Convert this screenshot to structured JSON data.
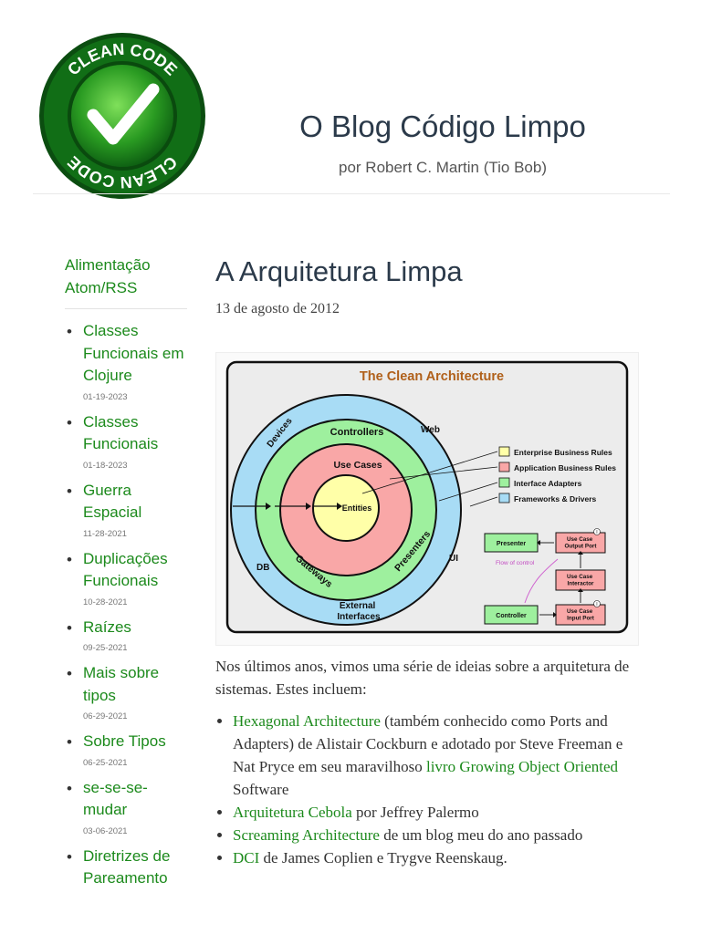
{
  "header": {
    "logo_text": "CLEAN CODE",
    "title": "O Blog Código Limpo",
    "subtitle": "por Robert C. Martin (Tio Bob)"
  },
  "sidebar": {
    "feed_link": "Alimentação Atom/RSS",
    "posts": [
      {
        "title": "Classes Funcionais em Clojure",
        "date": "01-19-2023"
      },
      {
        "title": "Classes Funcionais",
        "date": "01-18-2023"
      },
      {
        "title": "Guerra Espacial",
        "date": "11-28-2021"
      },
      {
        "title": "Duplicações Funcionais",
        "date": "10-28-2021"
      },
      {
        "title": "Raízes",
        "date": "09-25-2021"
      },
      {
        "title": "Mais sobre tipos",
        "date": "06-29-2021"
      },
      {
        "title": "Sobre Tipos",
        "date": "06-25-2021"
      },
      {
        "title": "se-se-se-mudar",
        "date": "03-06-2021"
      },
      {
        "title": "Diretrizes de Pareamento",
        "date": ""
      }
    ]
  },
  "post": {
    "title": "A Arquitetura Limpa",
    "date": "13 de agosto de 2012",
    "figure": {
      "title": "The Clean Architecture",
      "rings": {
        "outer": "Devices",
        "outer_web": "Web",
        "outer_db": "DB",
        "outer_ui": "UI",
        "outer_external": "External Interfaces",
        "green_top": "Controllers",
        "green_left": "Gateways",
        "green_right": "Presenters",
        "red": "Use Cases",
        "yellow": "Entities"
      },
      "legend": [
        {
          "label": "Enterprise Business Rules",
          "color": "#ffffa8"
        },
        {
          "label": "Application Business Rules",
          "color": "#f9a7a7"
        },
        {
          "label": "Interface Adapters",
          "color": "#9ef09e"
        },
        {
          "label": "Frameworks & Drivers",
          "color": "#a8dcf5"
        }
      ],
      "flow": {
        "presenter": "Presenter",
        "output_port": "Use Case Output Port",
        "interactor": "Use Case Interactor",
        "input_port": "Use Case Input Port",
        "controller": "Controller",
        "flow_label": "Flow of control",
        "badge_i": "I"
      }
    },
    "intro": "Nos últimos anos, vimos uma série de ideias sobre a arquitetura de sistemas. Estes incluem:",
    "items": [
      {
        "link": "Hexagonal Architecture",
        "text1": " (também conhecido como Ports and Adapters) de Alistair Cockburn e adotado por Steve Freeman e Nat Pryce em seu maravilhoso ",
        "link2": "livro Growing Object Oriented",
        "text2": " Software"
      },
      {
        "link": "Arquitetura Cebola",
        "text1": " por Jeffrey Palermo"
      },
      {
        "link": "Screaming Architecture",
        "text1": " de um blog meu do ano passado"
      },
      {
        "link": "DCI",
        "text1": " de James Coplien e Trygve Reenskaug."
      }
    ]
  },
  "colors": {
    "link": "#1c8a1c",
    "heading": "#2b3a4a",
    "figure_title": "#b0601a"
  }
}
